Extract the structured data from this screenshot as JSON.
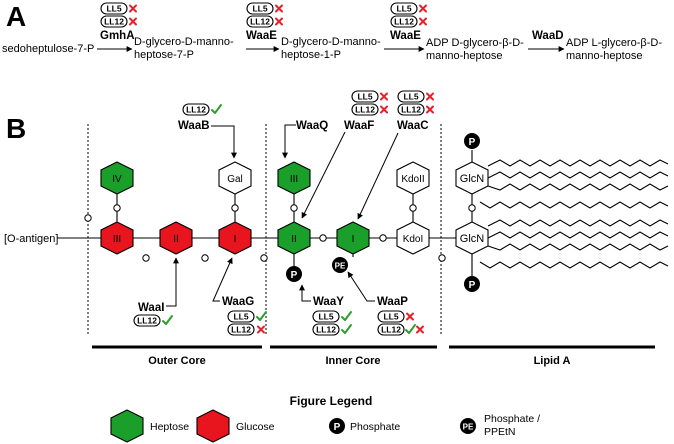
{
  "panels": {
    "a": "A",
    "b": "B"
  },
  "pathway": {
    "steps": [
      {
        "line1": "sedoheptulose-7-P",
        "line2": ""
      },
      {
        "line1": "D-glycero-D-manno-",
        "line2": "heptose-7-P"
      },
      {
        "line1": "D-glycero-D-manno-",
        "line2": "heptose-1-P"
      },
      {
        "line1": "ADP D-glycero-β-D-",
        "line2": "manno-heptose"
      },
      {
        "line1": "ADP L-glycero-β-D-",
        "line2": "manno-heptose"
      }
    ],
    "enzymes": [
      "GmhA",
      "WaaE",
      "WaaE",
      "WaaD"
    ]
  },
  "strains": {
    "ll5": "LL5",
    "ll12": "LL12"
  },
  "enzymes_b": {
    "waab": "WaaB",
    "waaq": "WaaQ",
    "waaf": "WaaF",
    "waac": "WaaC",
    "waai": "WaaI",
    "waag": "WaaG",
    "waay": "WaaY",
    "waap": "WaaP"
  },
  "residues": {
    "iv": "IV",
    "gal": "Gal",
    "iii_top": "III",
    "kdoii": "KdoII",
    "iii_glc": "III",
    "ii_glc": "II",
    "i_glc": "I",
    "ii_hep": "II",
    "i_hep": "I",
    "kdoi": "KdoI",
    "glcn_top": "GlcN",
    "glcn_bottom": "GlcN"
  },
  "phosphate_symbols": {
    "p": "P",
    "pe": "PE"
  },
  "o_antigen": "[O-antigen]",
  "sections": [
    "Outer Core",
    "Inner Core",
    "Lipid A"
  ],
  "legend": {
    "title": "Figure Legend",
    "items": [
      {
        "label": "Heptose",
        "symbol": "green-hexagon"
      },
      {
        "label": "Glucose",
        "symbol": "red-hexagon"
      },
      {
        "label": "Phosphate",
        "symbol": "P"
      },
      {
        "label": "Phosphate /",
        "label2": "PPEtN",
        "symbol": "PE"
      }
    ]
  },
  "colors": {
    "heptose": "#1aa02a",
    "glucose": "#e8141e",
    "other": "#ffffff",
    "cross": "#e8202a",
    "check": "#2e9e2e"
  }
}
